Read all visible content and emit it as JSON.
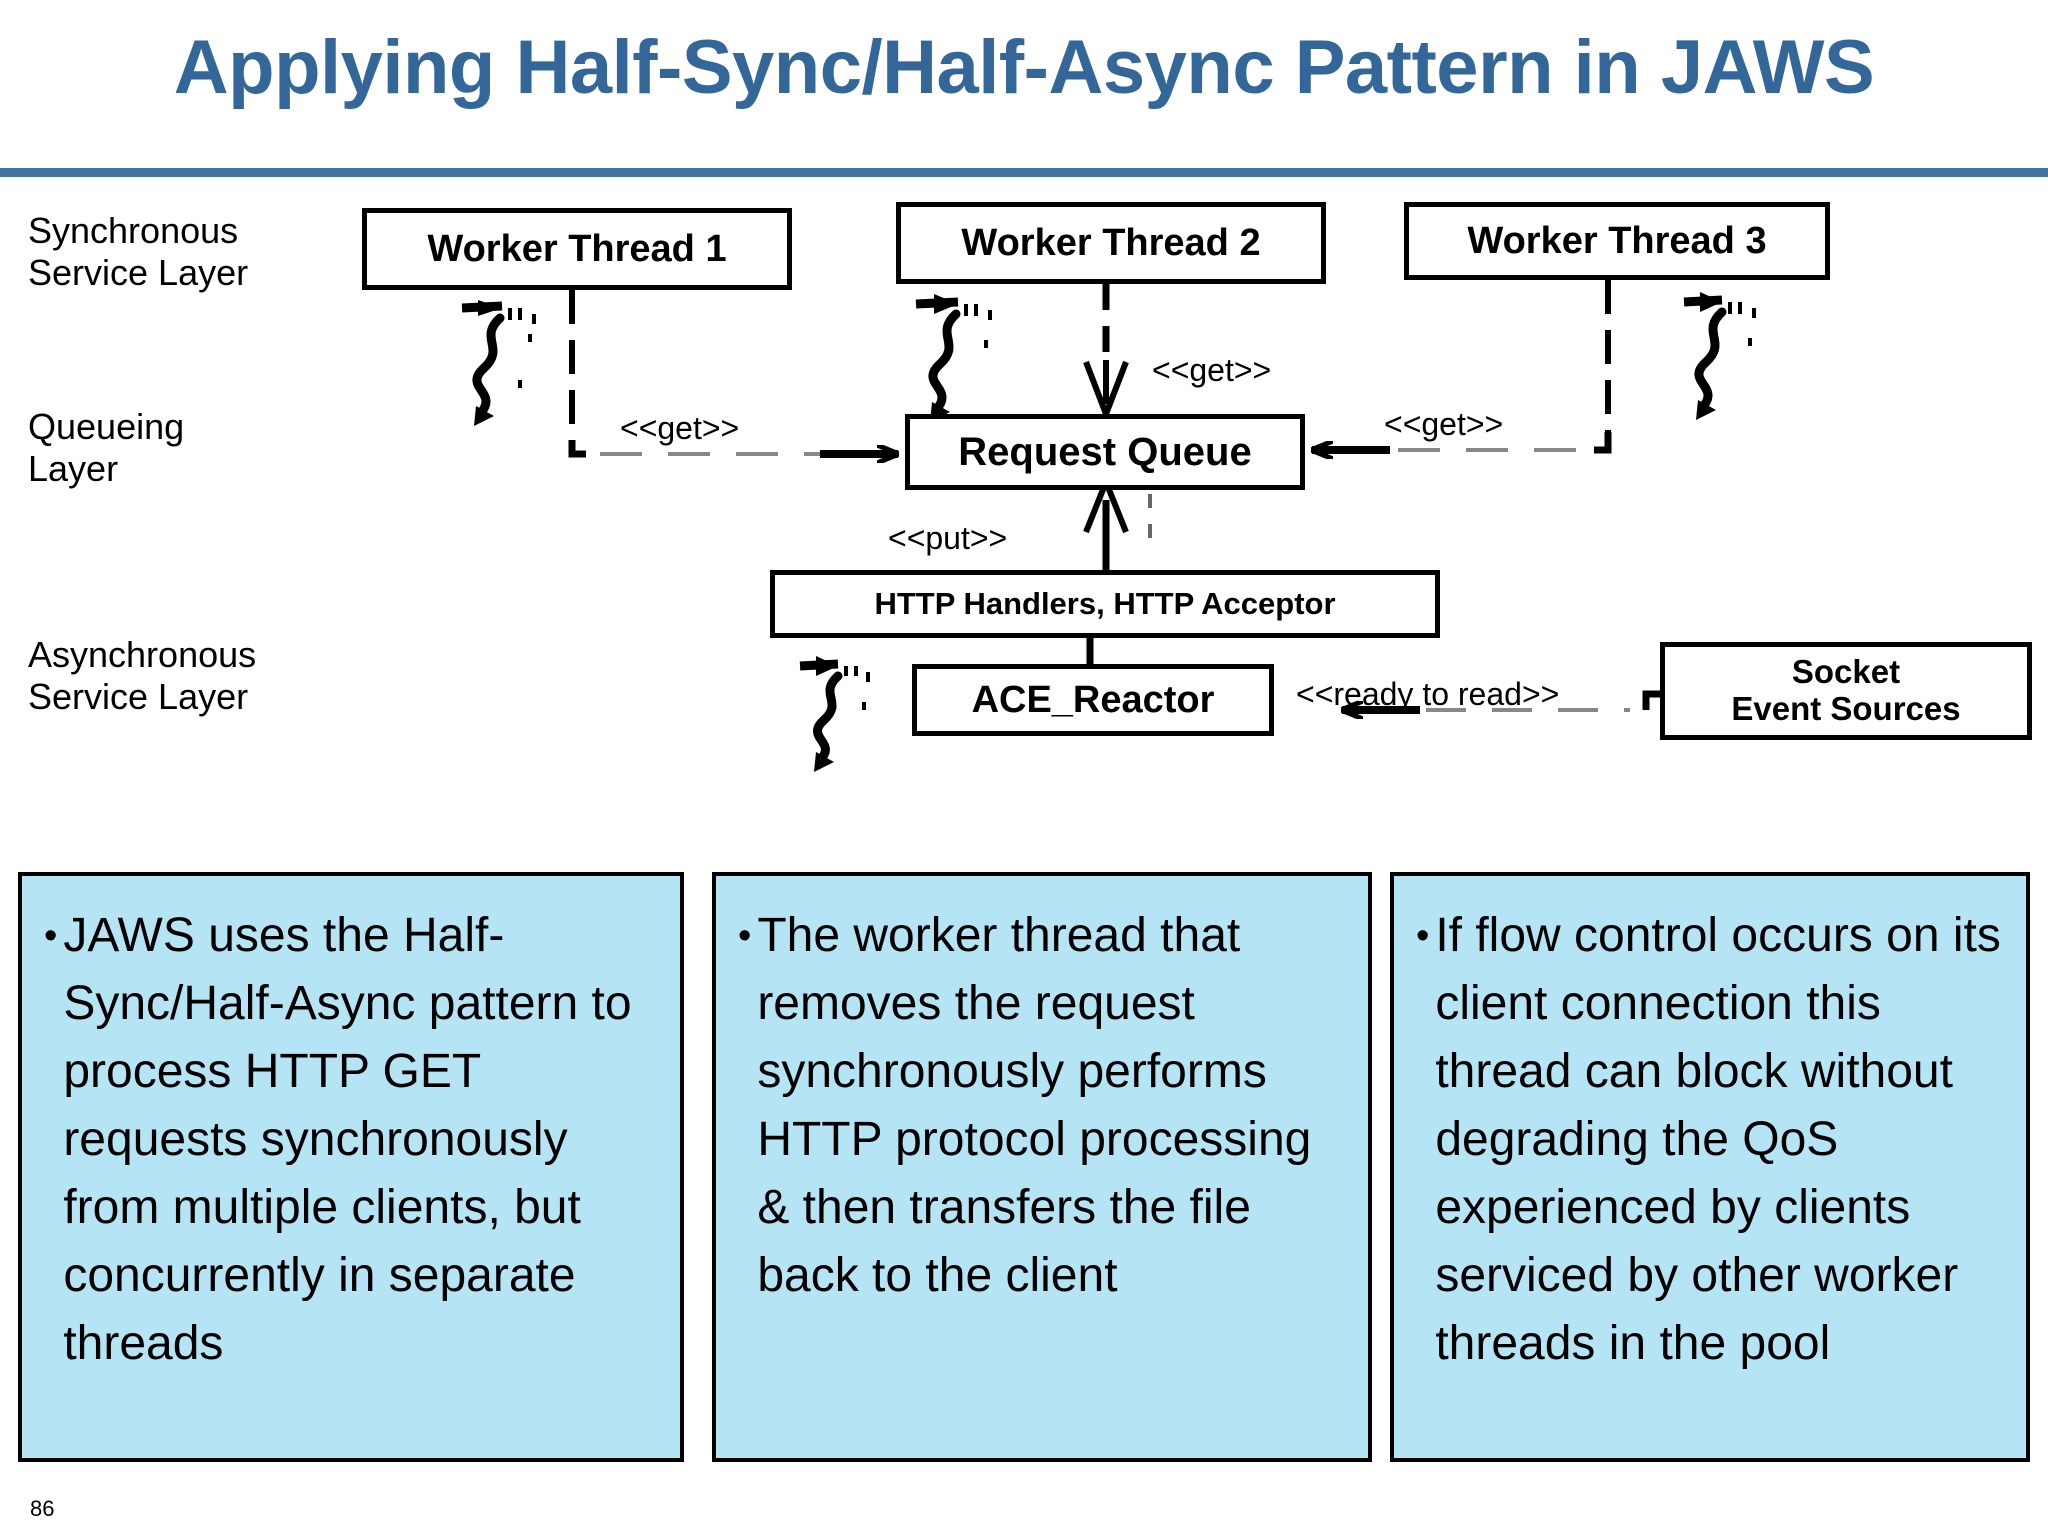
{
  "slide": {
    "title": "Applying Half-Sync/Half-Async Pattern in JAWS",
    "page_number": "86",
    "title_color": "#336699",
    "rule_color": "#4472A0",
    "panel_fill": "#B5E5F5"
  },
  "diagram": {
    "layers": [
      {
        "id": "synchronous",
        "label": "Synchronous\nService Layer"
      },
      {
        "id": "queueing",
        "label": "Queueing\nLayer"
      },
      {
        "id": "asynchronous",
        "label": "Asynchronous\nService Layer"
      }
    ],
    "nodes": [
      {
        "id": "worker-thread-1",
        "label": "Worker Thread 1"
      },
      {
        "id": "worker-thread-2",
        "label": "Worker Thread 2"
      },
      {
        "id": "worker-thread-3",
        "label": "Worker Thread 3"
      },
      {
        "id": "request-queue",
        "label": "Request Queue"
      },
      {
        "id": "http-handlers-acceptor",
        "label": "HTTP Handlers,    HTTP Acceptor"
      },
      {
        "id": "ace-reactor",
        "label": "ACE_Reactor"
      },
      {
        "id": "socket-event-sources",
        "label_line1": "Socket",
        "label_line2": "Event Sources"
      }
    ],
    "edge_labels": [
      {
        "id": "get-1",
        "text": "<<get>>"
      },
      {
        "id": "get-2",
        "text": "<<get>>"
      },
      {
        "id": "get-3",
        "text": "<<get>>"
      },
      {
        "id": "put",
        "text": "<<put>>"
      },
      {
        "id": "ready-to-read",
        "text": "<<ready to read>>"
      }
    ]
  },
  "panels": [
    {
      "id": "panel-jaws-pattern",
      "bullet": "•",
      "text": "JAWS uses the Half-Sync/Half-Async pattern to process HTTP GET requests synchronously from multiple clients, but concurrently in separate threads"
    },
    {
      "id": "panel-worker-thread",
      "bullet": "•",
      "text": "The worker thread that removes the request synchronously performs HTTP protocol processing & then transfers the file back to the client"
    },
    {
      "id": "panel-flow-control",
      "bullet": "•",
      "text": "If flow control occurs on its client connection this thread can block without degrading the QoS experienced by clients serviced by other worker threads in the pool"
    }
  ]
}
